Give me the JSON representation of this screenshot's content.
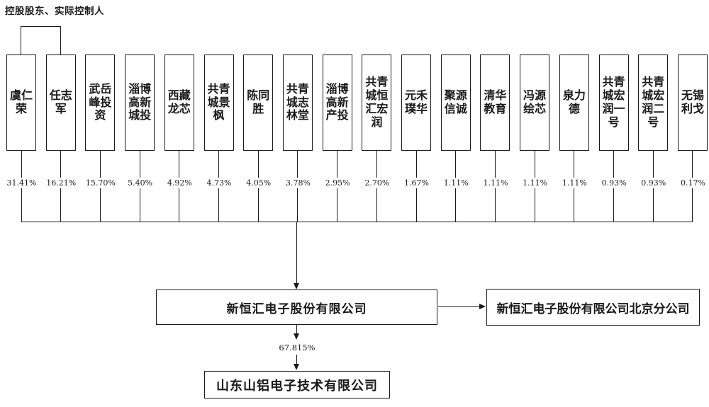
{
  "controller_label": "控股股东、实际控制人",
  "shareholders": [
    {
      "name": "虞仁荣",
      "percent": "31.41%"
    },
    {
      "name": "任志军",
      "percent": "16.21%"
    },
    {
      "name": "武岳峰投资",
      "percent": "15.70%"
    },
    {
      "name": "淄博高新城投",
      "percent": "5.40%"
    },
    {
      "name": "西藏龙芯",
      "percent": "4.92%"
    },
    {
      "name": "共青城景枫",
      "percent": "4.73%"
    },
    {
      "name": "陈同胜",
      "percent": "4.05%"
    },
    {
      "name": "共青城志林堂",
      "percent": "3.78%"
    },
    {
      "name": "淄博高新产投",
      "percent": "2.95%"
    },
    {
      "name": "共青城恒汇宏润",
      "percent": "2.70%"
    },
    {
      "name": "元禾璞华",
      "percent": "1.67%"
    },
    {
      "name": "聚源信诚",
      "percent": "1.11%"
    },
    {
      "name": "清华教育",
      "percent": "1.11%"
    },
    {
      "name": "冯源绘芯",
      "percent": "1.11%"
    },
    {
      "name": "泉力德",
      "percent": "1.11%"
    },
    {
      "name": "共青城宏润一号",
      "percent": "0.93%"
    },
    {
      "name": "共青城宏润二号",
      "percent": "0.93%"
    },
    {
      "name": "无锡利戈",
      "percent": "0.17%"
    }
  ],
  "main_company": {
    "name": "新恒汇电子股份有限公司"
  },
  "branch_company": {
    "name": "新恒汇电子股份有限公司北京分公司"
  },
  "subsidiary": {
    "name": "山东山铝电子技术有限公司",
    "ownership_percent": "67.815%"
  },
  "colors": {
    "line": "#1a1a1a",
    "background": "#ffffff"
  }
}
